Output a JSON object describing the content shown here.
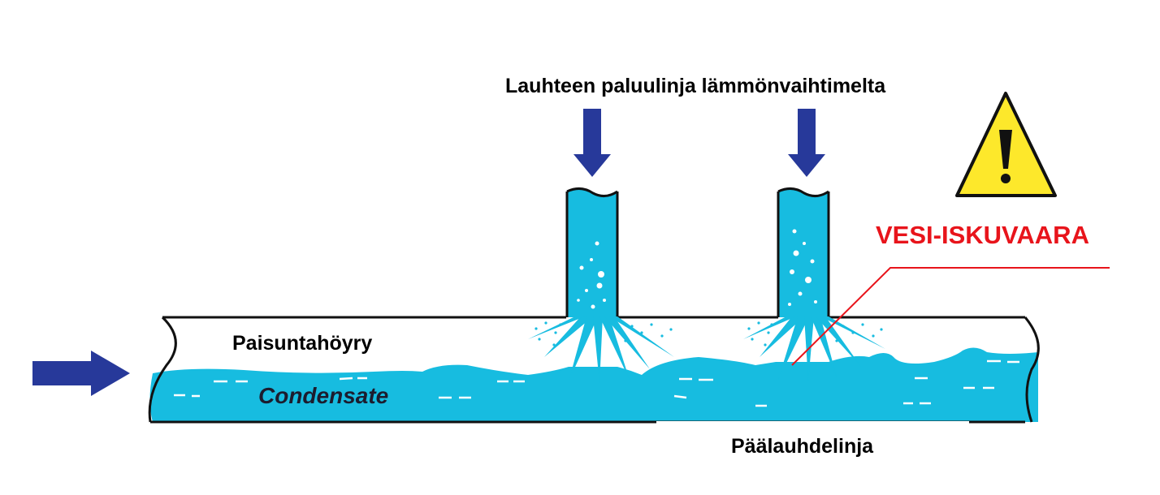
{
  "labels": {
    "return_line": "Lauhteen paluulinja lämmönvaihtimelta",
    "warning": "VESI-ISKUVAARA",
    "flash_steam": "Paisuntahöyry",
    "condensate": "Condensate",
    "main_line": "Päälauhdelinja"
  },
  "icons": {
    "warning": "warning-triangle-icon",
    "inflow": "arrow-right-icon",
    "return_flow": "arrow-down-icon"
  },
  "colors": {
    "water": "#17bce0",
    "pipe_outline": "#111111",
    "arrow": "#27399a",
    "warning_text": "#e8141b",
    "warning_fill": "#fde82b"
  }
}
